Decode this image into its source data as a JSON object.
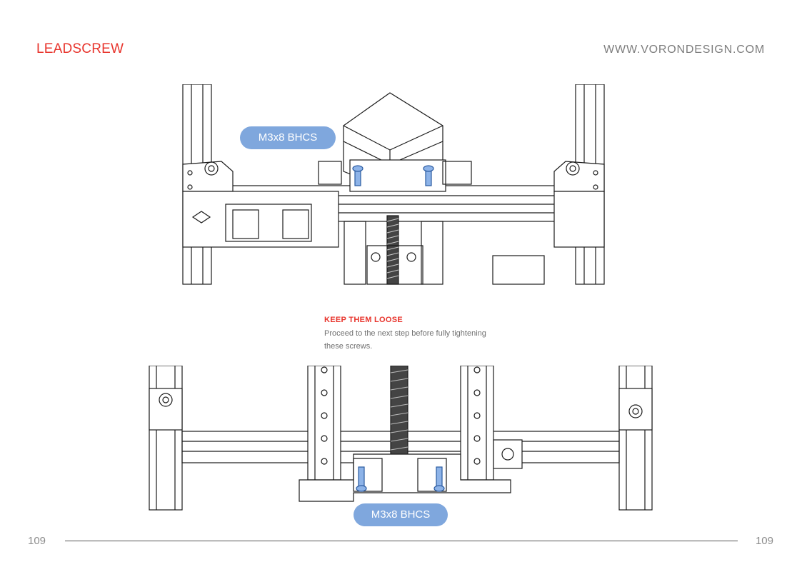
{
  "header": {
    "section_title": "LEADSCREW",
    "site_url": "WWW.VORONDESIGN.COM"
  },
  "callouts": {
    "top_label": "M3x8 BHCS",
    "bottom_label": "M3x8 BHCS"
  },
  "note": {
    "title": "KEEP THEM LOOSE",
    "body": "Proceed to the next step before fully tightening these screws."
  },
  "footer": {
    "page_number_left": "109",
    "page_number_right": "109"
  },
  "colors": {
    "accent_red": "#e8342c",
    "callout_blue": "#7fa7dd",
    "screw_highlight": "#8db3e8"
  }
}
